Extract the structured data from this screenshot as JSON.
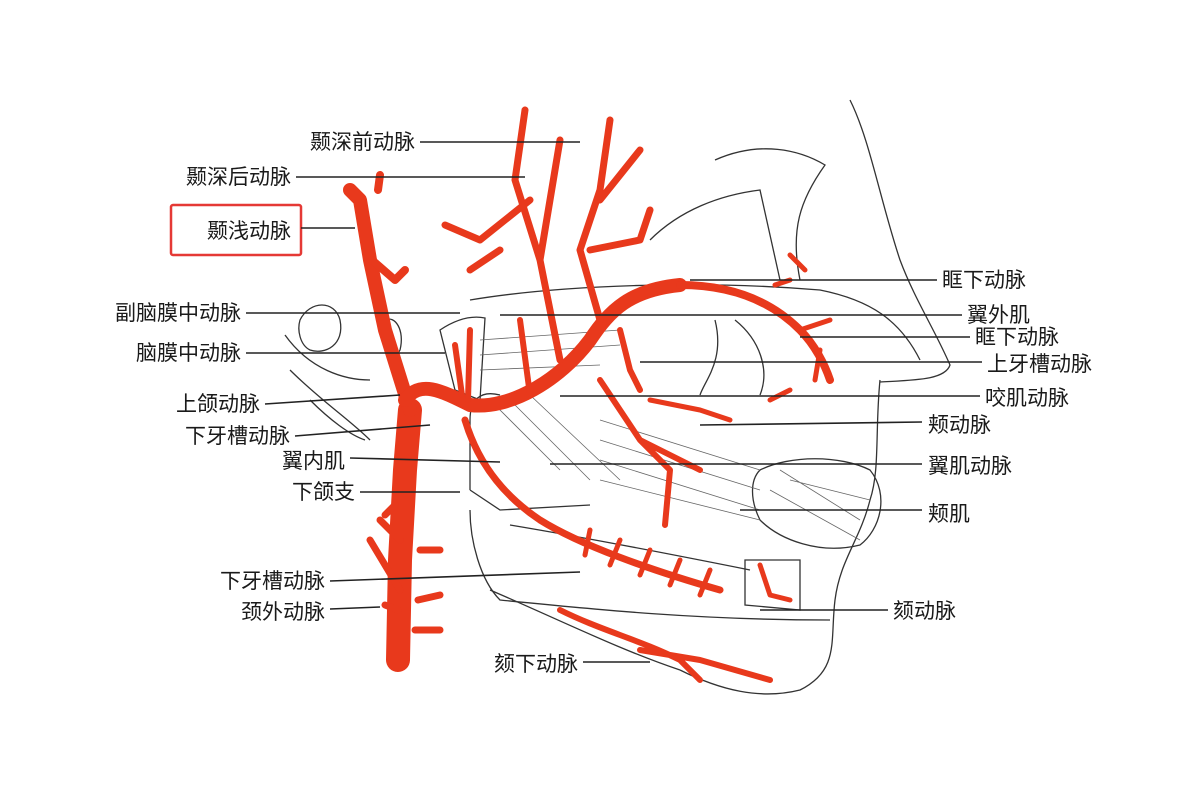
{
  "colors": {
    "artery": "#e8391c",
    "highlight_box": "#e53935",
    "line": "#222222"
  },
  "labels_left": [
    {
      "id": "deep-temporal-anterior",
      "text": "颞深前动脉"
    },
    {
      "id": "deep-temporal-posterior",
      "text": "颞深后动脉"
    },
    {
      "id": "superficial-temporal",
      "text": "颞浅动脉",
      "highlighted": true
    },
    {
      "id": "accessory-middle-meningeal",
      "text": "副脑膜中动脉"
    },
    {
      "id": "middle-meningeal",
      "text": "脑膜中动脉"
    },
    {
      "id": "maxillary",
      "text": "上颌动脉"
    },
    {
      "id": "inferior-alveolar-upper",
      "text": "下牙槽动脉"
    },
    {
      "id": "medial-pterygoid",
      "text": "翼内肌"
    },
    {
      "id": "mandibular-ramus",
      "text": "下颌支"
    },
    {
      "id": "inferior-alveolar-lower",
      "text": "下牙槽动脉"
    },
    {
      "id": "external-carotid",
      "text": "颈外动脉"
    },
    {
      "id": "submental",
      "text": "颏下动脉"
    }
  ],
  "labels_right": [
    {
      "id": "infraorbital-1",
      "text": "眶下动脉"
    },
    {
      "id": "lateral-pterygoid",
      "text": "翼外肌"
    },
    {
      "id": "infraorbital-2",
      "text": "眶下动脉"
    },
    {
      "id": "superior-alveolar",
      "text": "上牙槽动脉"
    },
    {
      "id": "masseteric",
      "text": "咬肌动脉"
    },
    {
      "id": "buccal-artery",
      "text": "颊动脉"
    },
    {
      "id": "pterygoid-arteries",
      "text": "翼肌动脉"
    },
    {
      "id": "buccinator",
      "text": "颊肌"
    },
    {
      "id": "mental",
      "text": "颏动脉"
    }
  ]
}
